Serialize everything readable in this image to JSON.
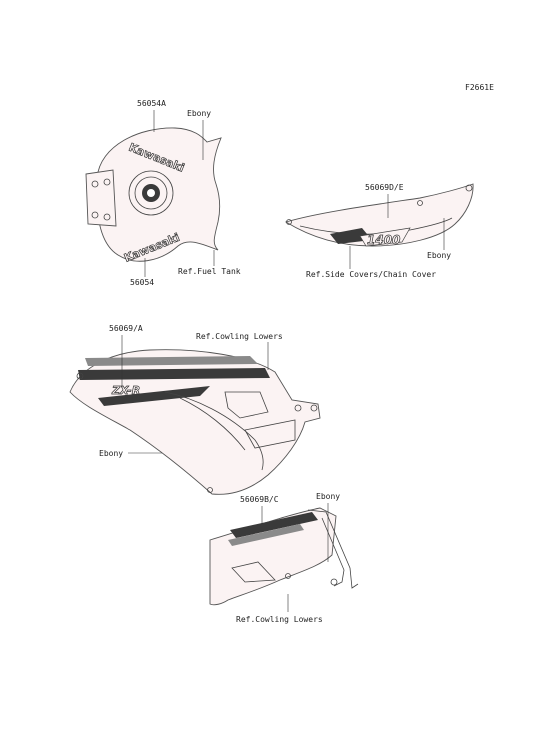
{
  "figure_code": "F2661E",
  "callouts": {
    "c56054A": "56054A",
    "c56054": "56054",
    "ebony_tank": "Ebony",
    "ref_fuel_tank": "Ref.Fuel Tank",
    "c56069DE": "56069D/E",
    "ebony_side": "Ebony",
    "ref_side_covers": "Ref.Side Covers/Chain Cover",
    "c56069A": "56069/A",
    "ref_cowling_upper": "Ref.Cowling Lowers",
    "ebony_cowl": "Ebony",
    "c56069BC": "56069B/C",
    "ebony_lower": "Ebony",
    "ref_cowling_lower": "Ref.Cowling Lowers"
  },
  "decal_text": {
    "tank_top": "Kawasaki",
    "tank_bottom": "Kawasaki",
    "side_cover": "1400",
    "cowl": "ZX-R"
  },
  "colors": {
    "ink": "#333333",
    "part_fill": "#fbf3f3"
  }
}
